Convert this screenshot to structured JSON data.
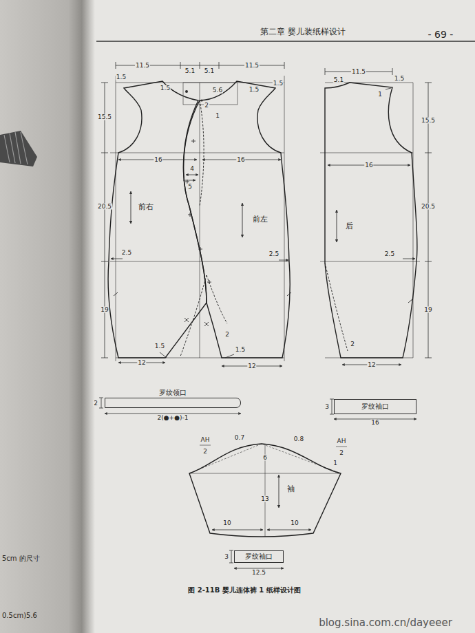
{
  "diagram": {
    "title": "第二章 婴儿装纸样设计",
    "caption": "图 2-11B 婴儿连体裤 1 纸样设计图",
    "nodes": [
      {
        "text": [
          "罗纹领口"
        ]
      },
      {
        "text": [
          "罗纹袖口"
        ]
      },
      {
        "text": [
          "罗纹袖口"
        ]
      }
    ],
    "labels": [
      "- 69 -",
      "11.5",
      "5.1",
      "5.1",
      "11.5",
      "1.5",
      "1.5",
      "1.5",
      "1.5",
      "5.6",
      "2",
      "1",
      "15.5",
      "16",
      "4",
      "5",
      "16",
      "前右",
      "20.5",
      "前左",
      "2.5",
      "2.5",
      "19",
      "2",
      "1.5",
      "1.5",
      "12",
      "12",
      "11.5",
      "5.1",
      "1.5",
      "1",
      "15.5",
      "16",
      "后",
      "20.5",
      "2.5",
      "19",
      "2",
      "12",
      "2",
      "2(●+●)-1",
      "3",
      "16",
      "AH",
      "2",
      "0.7",
      "0.8",
      "AH",
      "2",
      "1",
      "6",
      "袖",
      "13",
      "10",
      "10",
      "3",
      "12.5",
      "blog.sina.com.cn/dayeeer",
      "5cm 的尺寸",
      "0.5cm)5.6"
    ]
  }
}
